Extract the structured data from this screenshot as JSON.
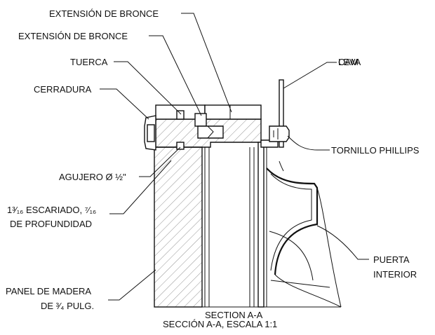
{
  "labels": {
    "bronze_extension_top": "EXTENSIÓN DE BRONCE",
    "bronze_extension_second": "EXTENSIÓN DE BRONCE",
    "nut": "TUERCA",
    "lock": "CERRADURA",
    "cam": "CAM",
    "cam_overlap": "LEVA",
    "phillips_screw": "TORNILLO PHILLIPS",
    "hole": "AGUJERO Ø ½\"",
    "counterbore_line1": "1³⁄₁₆ ESCARIADO, ⁷⁄₁₆",
    "counterbore_line2": "DE PROFUNDIDAD",
    "inner_door_line1": "PUERTA",
    "inner_door_line2": "INTERIOR",
    "wood_panel_line1": "PANEL DE MADERA",
    "wood_panel_line2": "DE ³⁄₄ PULG.",
    "section_title": "SECTION A-A",
    "section_caption": "SECCIÓN A-A, ESCALA 1:1"
  }
}
